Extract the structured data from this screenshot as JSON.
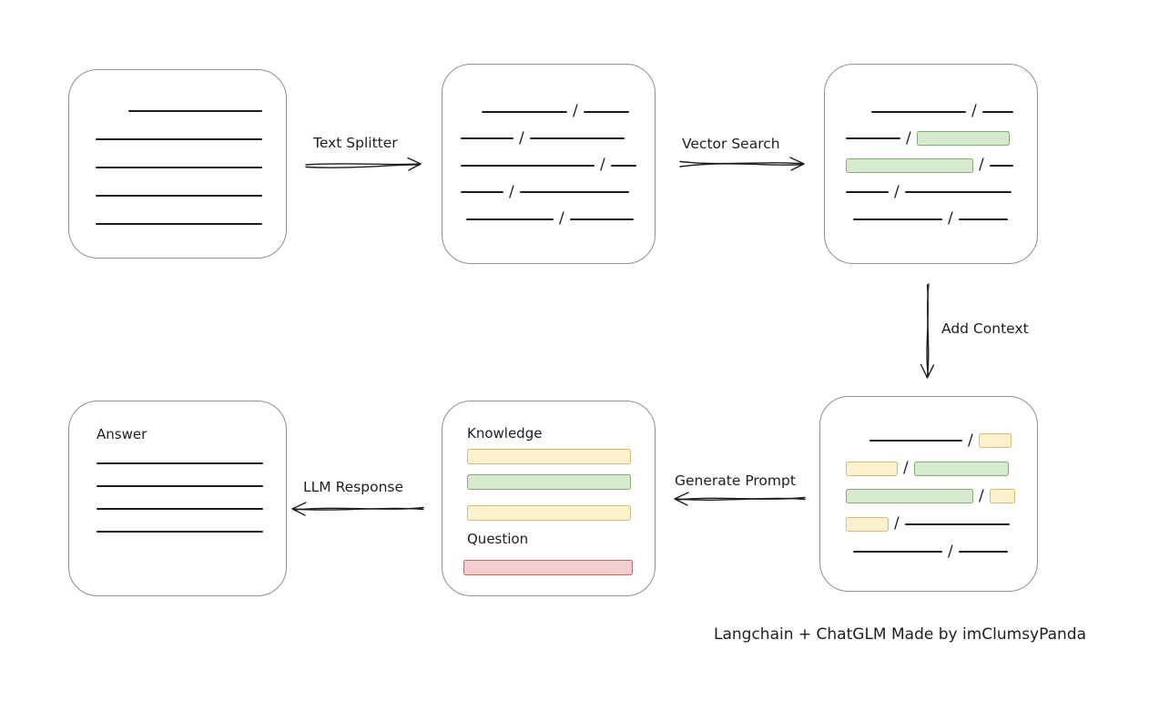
{
  "diagram": {
    "caption": "Langchain + ChatGLM Made by imClumsyPanda",
    "glyphs": {
      "slash": "/"
    },
    "labels": {
      "text_splitter": "Text Splitter",
      "vector_search": "Vector Search",
      "add_context": "Add Context",
      "generate_prompt": "Generate Prompt",
      "llm_response": "LLM Response",
      "answer": "Answer",
      "knowledge": "Knowledge",
      "question": "Question"
    },
    "colors": {
      "ink": "#1e1e1e",
      "box_border": "#909090",
      "green_fill": "#d6ead0",
      "green_border": "#84ad70",
      "yellow_fill": "#fbf2cd",
      "yellow_border": "#d9bc6d",
      "red_fill": "#f5cdcd",
      "red_border": "#c26868"
    },
    "boxes": {
      "document": {
        "rows": [
          [
            {
              "k": "line",
              "w": 147,
              "ml": 36
            }
          ],
          [
            {
              "k": "line",
              "w": 183
            }
          ],
          [
            {
              "k": "line",
              "w": 183
            }
          ],
          [
            {
              "k": "line",
              "w": 183
            }
          ],
          [
            {
              "k": "line",
              "w": 183
            }
          ]
        ]
      },
      "split_text": {
        "rows": [
          [
            {
              "k": "line",
              "w": 94,
              "ml": 23
            },
            {
              "k": "slash"
            },
            {
              "k": "line",
              "w": 50
            }
          ],
          [
            {
              "k": "line",
              "w": 58
            },
            {
              "k": "slash"
            },
            {
              "k": "line",
              "w": 104
            }
          ],
          [
            {
              "k": "line",
              "w": 147
            },
            {
              "k": "slash"
            },
            {
              "k": "line",
              "w": 28
            }
          ],
          [
            {
              "k": "line",
              "w": 47
            },
            {
              "k": "slash"
            },
            {
              "k": "line",
              "w": 120
            }
          ],
          [
            {
              "k": "line",
              "w": 96,
              "ml": 6
            },
            {
              "k": "slash"
            },
            {
              "k": "line",
              "w": 70
            }
          ]
        ]
      },
      "vector_result": {
        "rows": [
          [
            {
              "k": "line",
              "w": 104,
              "ml": 28
            },
            {
              "k": "slash"
            },
            {
              "k": "line",
              "w": 34
            }
          ],
          [
            {
              "k": "line",
              "w": 60
            },
            {
              "k": "slash"
            },
            {
              "k": "green",
              "w": 102
            }
          ],
          [
            {
              "k": "green",
              "w": 140
            },
            {
              "k": "slash"
            },
            {
              "k": "line",
              "w": 26
            }
          ],
          [
            {
              "k": "line",
              "w": 47
            },
            {
              "k": "slash"
            },
            {
              "k": "line",
              "w": 117
            }
          ],
          [
            {
              "k": "line",
              "w": 98,
              "ml": 8
            },
            {
              "k": "slash"
            },
            {
              "k": "line",
              "w": 54
            }
          ]
        ]
      },
      "context_result": {
        "rows": [
          [
            {
              "k": "line",
              "w": 102,
              "ml": 26
            },
            {
              "k": "slash"
            },
            {
              "k": "yellow",
              "w": 36
            }
          ],
          [
            {
              "k": "yellow",
              "w": 57
            },
            {
              "k": "slash"
            },
            {
              "k": "green",
              "w": 104
            }
          ],
          [
            {
              "k": "green",
              "w": 140
            },
            {
              "k": "slash"
            },
            {
              "k": "yellow",
              "w": 28
            }
          ],
          [
            {
              "k": "yellow",
              "w": 47
            },
            {
              "k": "slash"
            },
            {
              "k": "line",
              "w": 115
            }
          ],
          [
            {
              "k": "line",
              "w": 98,
              "ml": 8
            },
            {
              "k": "slash"
            },
            {
              "k": "line",
              "w": 54
            }
          ]
        ]
      },
      "answer": {
        "rows": [
          [
            {
              "k": "line",
              "w": 183
            }
          ],
          [
            {
              "k": "line",
              "w": 183
            }
          ],
          [
            {
              "k": "line",
              "w": 183
            }
          ],
          [
            {
              "k": "line",
              "w": 183
            }
          ]
        ]
      }
    }
  }
}
